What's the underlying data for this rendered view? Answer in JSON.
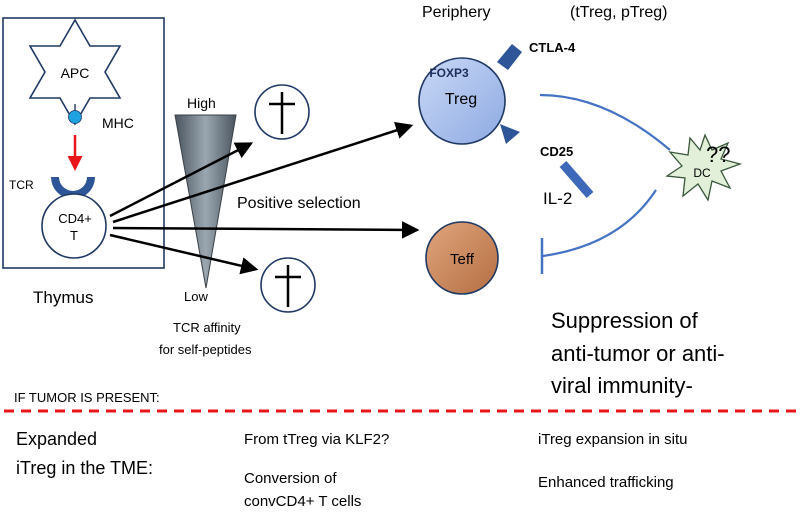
{
  "thymus": {
    "apc_label": "APC",
    "mhc_label": "MHC",
    "tcr_label": "TCR",
    "cell_line1": "CD4+",
    "cell_line2": "T",
    "caption": "Thymus"
  },
  "affinity": {
    "high_label": "High",
    "low_label": "Low",
    "caption_line1": "TCR affinity",
    "caption_line2": "for self-peptides"
  },
  "positive_selection": "Positive selection",
  "periphery": {
    "title": "Periphery",
    "types": "(tTreg,  pTreg)",
    "foxp3": "FOXP3",
    "treg": "Treg",
    "ctla4": "CTLA-4",
    "cd25": "CD25",
    "il2": "IL-2",
    "dc": "DC",
    "question": "??",
    "teff": "Teff"
  },
  "suppression": {
    "line1": "Suppression of",
    "line2": "anti-tumor  or anti-",
    "line3": "viral immunity-"
  },
  "tumor": {
    "heading": "IF TUMOR IS PRESENT:",
    "col1_line1": "Expanded",
    "col1_line2": "iTreg  in the TME:",
    "col2_item1": "From tTreg via KLF2?",
    "col2_item2_line1": "Conversion of",
    "col2_item2_line2": "convCD4+ T cells",
    "col3_item1": "iTreg expansion in situ",
    "col3_item2": "Enhanced trafficking"
  },
  "colors": {
    "box_border": "#1f3864",
    "line_blue": "#4472c4",
    "treg_fill": "#9cb4e6",
    "mhc_fill": "#1fa2e0",
    "tcr_fill": "#2e5597",
    "teff_fill": "#c98558",
    "dc_fill": "#e2f0d9",
    "red_arrow": "#e8161a",
    "dash_red": "#e8161a"
  }
}
